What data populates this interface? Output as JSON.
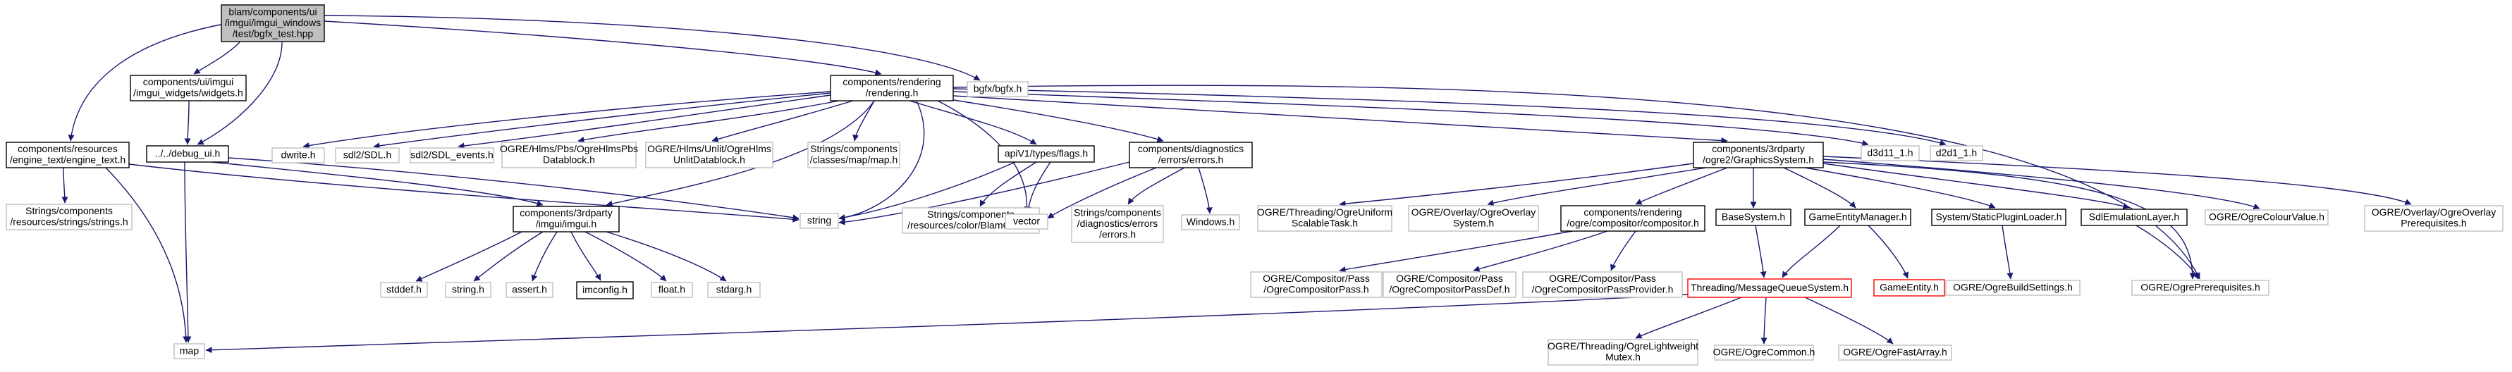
{
  "graph": {
    "nodes": [
      {
        "id": "root",
        "lines": [
          "blam/components/ui",
          "/imgui/imgui_windows",
          "/test/bgfx_test.hpp"
        ],
        "style": "root"
      },
      {
        "id": "resources_engine_text",
        "lines": [
          "components/resources",
          "/engine_text/engine_text.h"
        ],
        "style": "doc"
      },
      {
        "id": "imgui_widgets",
        "lines": [
          "components/ui/imgui",
          "/imgui_widgets/widgets.h"
        ],
        "style": "doc"
      },
      {
        "id": "debug_ui",
        "lines": [
          "../../debug_ui.h"
        ],
        "style": "doc"
      },
      {
        "id": "rendering",
        "lines": [
          "components/rendering",
          "/rendering.h"
        ],
        "style": "doc"
      },
      {
        "id": "bgfx",
        "lines": [
          "bgfx/bgfx.h"
        ],
        "style": "ext"
      },
      {
        "id": "strings_strings",
        "lines": [
          "Strings/components",
          "/resources/strings/strings.h"
        ],
        "style": "ext"
      },
      {
        "id": "map",
        "lines": [
          "map"
        ],
        "style": "ext"
      },
      {
        "id": "string",
        "lines": [
          "string"
        ],
        "style": "ext"
      },
      {
        "id": "dwrite",
        "lines": [
          "dwrite.h"
        ],
        "style": "ext"
      },
      {
        "id": "sdl",
        "lines": [
          "sdl2/SDL.h"
        ],
        "style": "ext"
      },
      {
        "id": "sdl_events",
        "lines": [
          "sdl2/SDL_events.h"
        ],
        "style": "ext"
      },
      {
        "id": "pbs_datablock",
        "lines": [
          "OGRE/Hlms/Pbs/OgreHlmsPbs",
          "Datablock.h"
        ],
        "style": "ext"
      },
      {
        "id": "unlit_datablock",
        "lines": [
          "OGRE/Hlms/Unlit/OgreHlms",
          "UnlitDatablock.h"
        ],
        "style": "ext"
      },
      {
        "id": "classes_map",
        "lines": [
          "Strings/components",
          "/classes/map/map.h"
        ],
        "style": "ext"
      },
      {
        "id": "flags",
        "lines": [
          "apiV1/types/flags.h"
        ],
        "style": "doc"
      },
      {
        "id": "diag_errors",
        "lines": [
          "components/diagnostics",
          "/errors/errors.h"
        ],
        "style": "doc"
      },
      {
        "id": "graphics_system",
        "lines": [
          "components/3rdparty",
          "/ogre2/GraphicsSystem.h"
        ],
        "style": "doc"
      },
      {
        "id": "d3d11",
        "lines": [
          "d3d11_1.h"
        ],
        "style": "ext"
      },
      {
        "id": "d2d1",
        "lines": [
          "d2d1_1.h"
        ],
        "style": "ext"
      },
      {
        "id": "imgui_h",
        "lines": [
          "components/3rdparty",
          "/imgui/imgui.h"
        ],
        "style": "doc"
      },
      {
        "id": "blamcolor",
        "lines": [
          "Strings/components",
          "/resources/color/BlamColor.h"
        ],
        "style": "ext"
      },
      {
        "id": "vector",
        "lines": [
          "vector"
        ],
        "style": "ext"
      },
      {
        "id": "strings_errors",
        "lines": [
          "Strings/components",
          "/diagnostics/errors",
          "/errors.h"
        ],
        "style": "ext"
      },
      {
        "id": "windows",
        "lines": [
          "Windows.h"
        ],
        "style": "ext"
      },
      {
        "id": "stddef",
        "lines": [
          "stddef.h"
        ],
        "style": "ext"
      },
      {
        "id": "string_h",
        "lines": [
          "string.h"
        ],
        "style": "ext"
      },
      {
        "id": "assert",
        "lines": [
          "assert.h"
        ],
        "style": "ext"
      },
      {
        "id": "imconfig",
        "lines": [
          "imconfig.h"
        ],
        "style": "doc"
      },
      {
        "id": "float_h",
        "lines": [
          "float.h"
        ],
        "style": "ext"
      },
      {
        "id": "stdarg",
        "lines": [
          "stdarg.h"
        ],
        "style": "ext"
      },
      {
        "id": "uniform_task",
        "lines": [
          "OGRE/Threading/OgreUniform",
          "ScalableTask.h"
        ],
        "style": "ext"
      },
      {
        "id": "overlay_system",
        "lines": [
          "OGRE/Overlay/OgreOverlay",
          "System.h"
        ],
        "style": "ext"
      },
      {
        "id": "compositor",
        "lines": [
          "components/rendering",
          "/ogre/compositor/compositor.h"
        ],
        "style": "doc"
      },
      {
        "id": "basesystem",
        "lines": [
          "BaseSystem.h"
        ],
        "style": "doc"
      },
      {
        "id": "gameentitymanager",
        "lines": [
          "GameEntityManager.h"
        ],
        "style": "doc"
      },
      {
        "id": "staticpluginloader",
        "lines": [
          "System/StaticPluginLoader.h"
        ],
        "style": "doc"
      },
      {
        "id": "sdlemulation",
        "lines": [
          "SdlEmulationLayer.h"
        ],
        "style": "doc"
      },
      {
        "id": "colourvalue",
        "lines": [
          "OGRE/OgreColourValue.h"
        ],
        "style": "ext"
      },
      {
        "id": "overlay_prereq",
        "lines": [
          "OGRE/Overlay/OgreOverlay",
          "Prerequisites.h"
        ],
        "style": "ext"
      },
      {
        "id": "comp_pass",
        "lines": [
          "OGRE/Compositor/Pass",
          "/OgreCompositorPass.h"
        ],
        "style": "ext"
      },
      {
        "id": "comp_passdef",
        "lines": [
          "OGRE/Compositor/Pass",
          "/OgreCompositorPassDef.h"
        ],
        "style": "ext"
      },
      {
        "id": "comp_passprovider",
        "lines": [
          "OGRE/Compositor/Pass",
          "/OgreCompositorPassProvider.h"
        ],
        "style": "ext"
      },
      {
        "id": "mqs",
        "lines": [
          "Threading/MessageQueueSystem.h"
        ],
        "style": "missing"
      },
      {
        "id": "gameentity",
        "lines": [
          "GameEntity.h"
        ],
        "style": "missing"
      },
      {
        "id": "buildsettings",
        "lines": [
          "OGRE/OgreBuildSettings.h"
        ],
        "style": "ext"
      },
      {
        "id": "ogre_prereq",
        "lines": [
          "OGRE/OgrePrerequisites.h"
        ],
        "style": "ext"
      },
      {
        "id": "lightweight_mutex",
        "lines": [
          "OGRE/Threading/OgreLightweight",
          "Mutex.h"
        ],
        "style": "ext"
      },
      {
        "id": "ogrecommon",
        "lines": [
          "OGRE/OgreCommon.h"
        ],
        "style": "ext"
      },
      {
        "id": "fastarray",
        "lines": [
          "OGRE/OgreFastArray.h"
        ],
        "style": "ext"
      }
    ],
    "edges": [
      [
        "root",
        "resources_engine_text"
      ],
      [
        "root",
        "imgui_widgets"
      ],
      [
        "root",
        "debug_ui"
      ],
      [
        "root",
        "rendering"
      ],
      [
        "root",
        "bgfx"
      ],
      [
        "resources_engine_text",
        "strings_strings"
      ],
      [
        "resources_engine_text",
        "map"
      ],
      [
        "resources_engine_text",
        "string"
      ],
      [
        "imgui_widgets",
        "debug_ui"
      ],
      [
        "debug_ui",
        "map"
      ],
      [
        "debug_ui",
        "imgui_h"
      ],
      [
        "debug_ui",
        "string"
      ],
      [
        "rendering",
        "dwrite"
      ],
      [
        "rendering",
        "sdl"
      ],
      [
        "rendering",
        "sdl_events"
      ],
      [
        "rendering",
        "pbs_datablock"
      ],
      [
        "rendering",
        "unlit_datablock"
      ],
      [
        "rendering",
        "classes_map"
      ],
      [
        "rendering",
        "flags"
      ],
      [
        "rendering",
        "diag_errors"
      ],
      [
        "rendering",
        "graphics_system"
      ],
      [
        "rendering",
        "d3d11"
      ],
      [
        "rendering",
        "d2d1"
      ],
      [
        "rendering",
        "imgui_h"
      ],
      [
        "rendering",
        "string"
      ],
      [
        "rendering",
        "vector"
      ],
      [
        "rendering",
        "ogre_prereq"
      ],
      [
        "flags",
        "string"
      ],
      [
        "flags",
        "blamcolor"
      ],
      [
        "flags",
        "vector"
      ],
      [
        "diag_errors",
        "string"
      ],
      [
        "diag_errors",
        "vector"
      ],
      [
        "diag_errors",
        "strings_errors"
      ],
      [
        "diag_errors",
        "windows"
      ],
      [
        "imgui_h",
        "stddef"
      ],
      [
        "imgui_h",
        "string_h"
      ],
      [
        "imgui_h",
        "assert"
      ],
      [
        "imgui_h",
        "imconfig"
      ],
      [
        "imgui_h",
        "float_h"
      ],
      [
        "imgui_h",
        "stdarg"
      ],
      [
        "graphics_system",
        "uniform_task"
      ],
      [
        "graphics_system",
        "overlay_system"
      ],
      [
        "graphics_system",
        "compositor"
      ],
      [
        "graphics_system",
        "basesystem"
      ],
      [
        "graphics_system",
        "gameentitymanager"
      ],
      [
        "graphics_system",
        "staticpluginloader"
      ],
      [
        "graphics_system",
        "sdlemulation"
      ],
      [
        "graphics_system",
        "colourvalue"
      ],
      [
        "graphics_system",
        "overlay_prereq"
      ],
      [
        "graphics_system",
        "ogre_prereq"
      ],
      [
        "compositor",
        "comp_pass"
      ],
      [
        "compositor",
        "comp_passdef"
      ],
      [
        "compositor",
        "comp_passprovider"
      ],
      [
        "basesystem",
        "mqs"
      ],
      [
        "gameentitymanager",
        "mqs"
      ],
      [
        "gameentitymanager",
        "gameentity"
      ],
      [
        "staticpluginloader",
        "buildsettings"
      ],
      [
        "sdlemulation",
        "ogre_prereq"
      ],
      [
        "mqs",
        "map"
      ],
      [
        "mqs",
        "lightweight_mutex"
      ],
      [
        "mqs",
        "ogrecommon"
      ],
      [
        "mqs",
        "fastarray"
      ]
    ]
  },
  "colors": {
    "edge": "#191970",
    "root_fill": "#bfbfbf",
    "doc_border": "#000000",
    "ext_border": "#bfbfbf",
    "missing_border": "#ff0000",
    "node_fill": "#ffffff",
    "text": "#000000"
  }
}
